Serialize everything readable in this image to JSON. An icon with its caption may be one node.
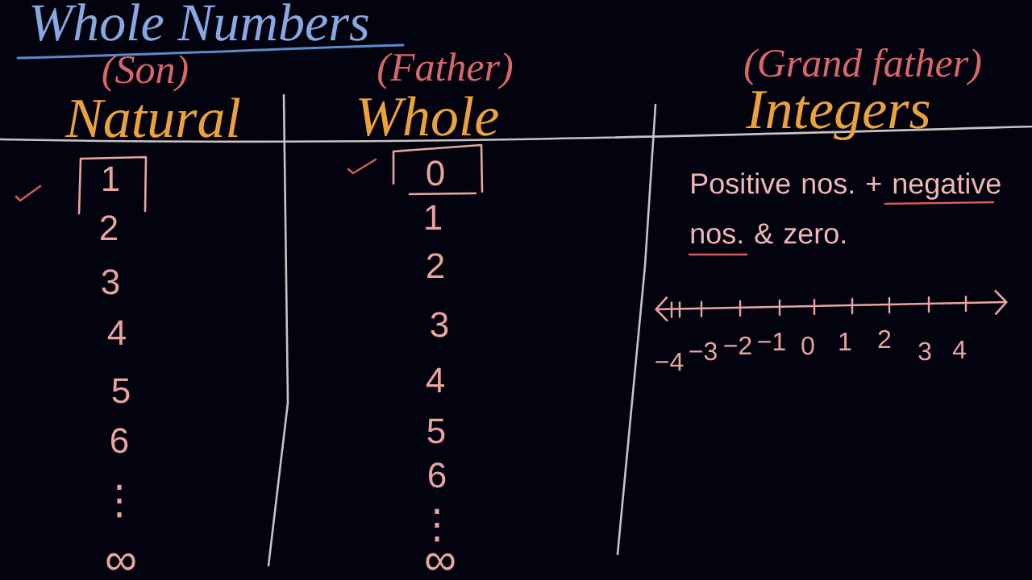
{
  "diagram": {
    "title": "Whole Numbers",
    "nodes": [
      {
        "text": [
          "1"
        ]
      },
      {
        "text": [
          "0"
        ]
      }
    ],
    "labels": [
      "(Son)",
      "Natural",
      "2",
      "3",
      "4",
      "5",
      "6",
      "⋮",
      "∞",
      "(Father)",
      "Whole",
      "1",
      "2",
      "3",
      "4",
      "5",
      "6",
      "⋮",
      "∞",
      "(Grand father)",
      "Integers",
      "Positive nos. + negative nos. & zero.",
      "−4",
      "−3",
      "−2",
      "−1",
      "0",
      "1",
      "2",
      "3",
      "4"
    ]
  }
}
